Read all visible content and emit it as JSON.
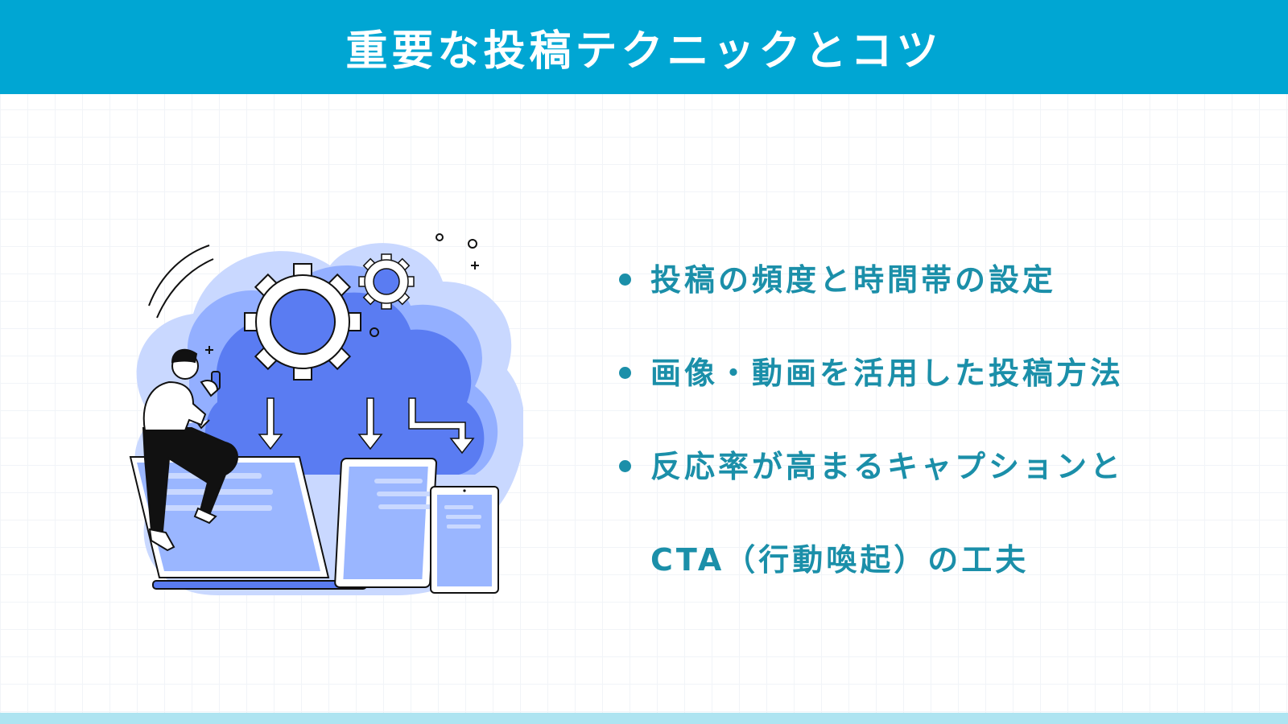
{
  "header": {
    "title": "重要な投稿テクニックとコツ"
  },
  "bullets": [
    {
      "lines": [
        "投稿の頻度と時間帯の設定"
      ]
    },
    {
      "lines": [
        "画像・動画を活用した投稿方法"
      ]
    },
    {
      "lines": [
        "反応率が高まるキャプションと",
        "CTA（行動喚起）の工夫"
      ]
    }
  ],
  "illustration": {
    "icons": [
      "cloud-icon",
      "gear-icon",
      "person-icon",
      "laptop-icon",
      "tablet-icon",
      "phone-icon",
      "arrow-down-icon"
    ],
    "colors": {
      "cloud_light": "#c9d8ff",
      "cloud_mid": "#93afff",
      "cloud_dark": "#5a7cf2",
      "screen": "#9ab6ff",
      "outline": "#111111"
    }
  },
  "colors": {
    "header_bg": "#00a6d3",
    "header_text": "#ffffff",
    "bullet_text": "#1b8fa9",
    "bottom_band": "#aee4f1"
  }
}
